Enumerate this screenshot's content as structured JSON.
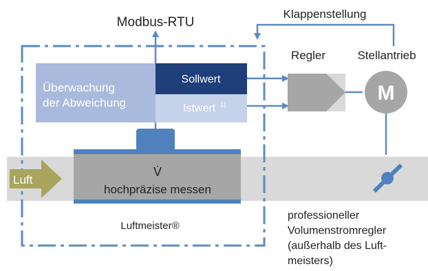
{
  "labels": {
    "modbus": "Modbus-RTU",
    "klappenstellung": "Klappenstellung",
    "regler": "Regler",
    "stellantrieb": "Stellantrieb",
    "motor_letter": "M",
    "ueberwachung_line1": "Überwachung",
    "ueberwachung_line2": "der Abweichung",
    "sollwert": "Sollwert",
    "istwert": "Istwert",
    "istwert_footnote": "1)",
    "v_dot": "V̇",
    "messen": "hochpräzise messen",
    "luft": "Luft",
    "luftmeister": "Luftmeister®",
    "professional_lines": [
      "professioneller",
      "Volumenstromregler",
      "(außerhalb des Luft-",
      "meisters)"
    ]
  },
  "colors": {
    "line_blue": "#5b8bc1",
    "dark_navy": "#1f3f7a",
    "light_blue_box": "#aabadd",
    "istwert_box": "#c5d2ea",
    "band_grey": "#d9d9d9",
    "sensor_grey": "#a6a6a6",
    "regler_grey": "#a6a6a6",
    "motor_grey": "#a6a6a6",
    "luft_olive": "#a9a45e",
    "sensor_blue": "#4f81bd"
  }
}
